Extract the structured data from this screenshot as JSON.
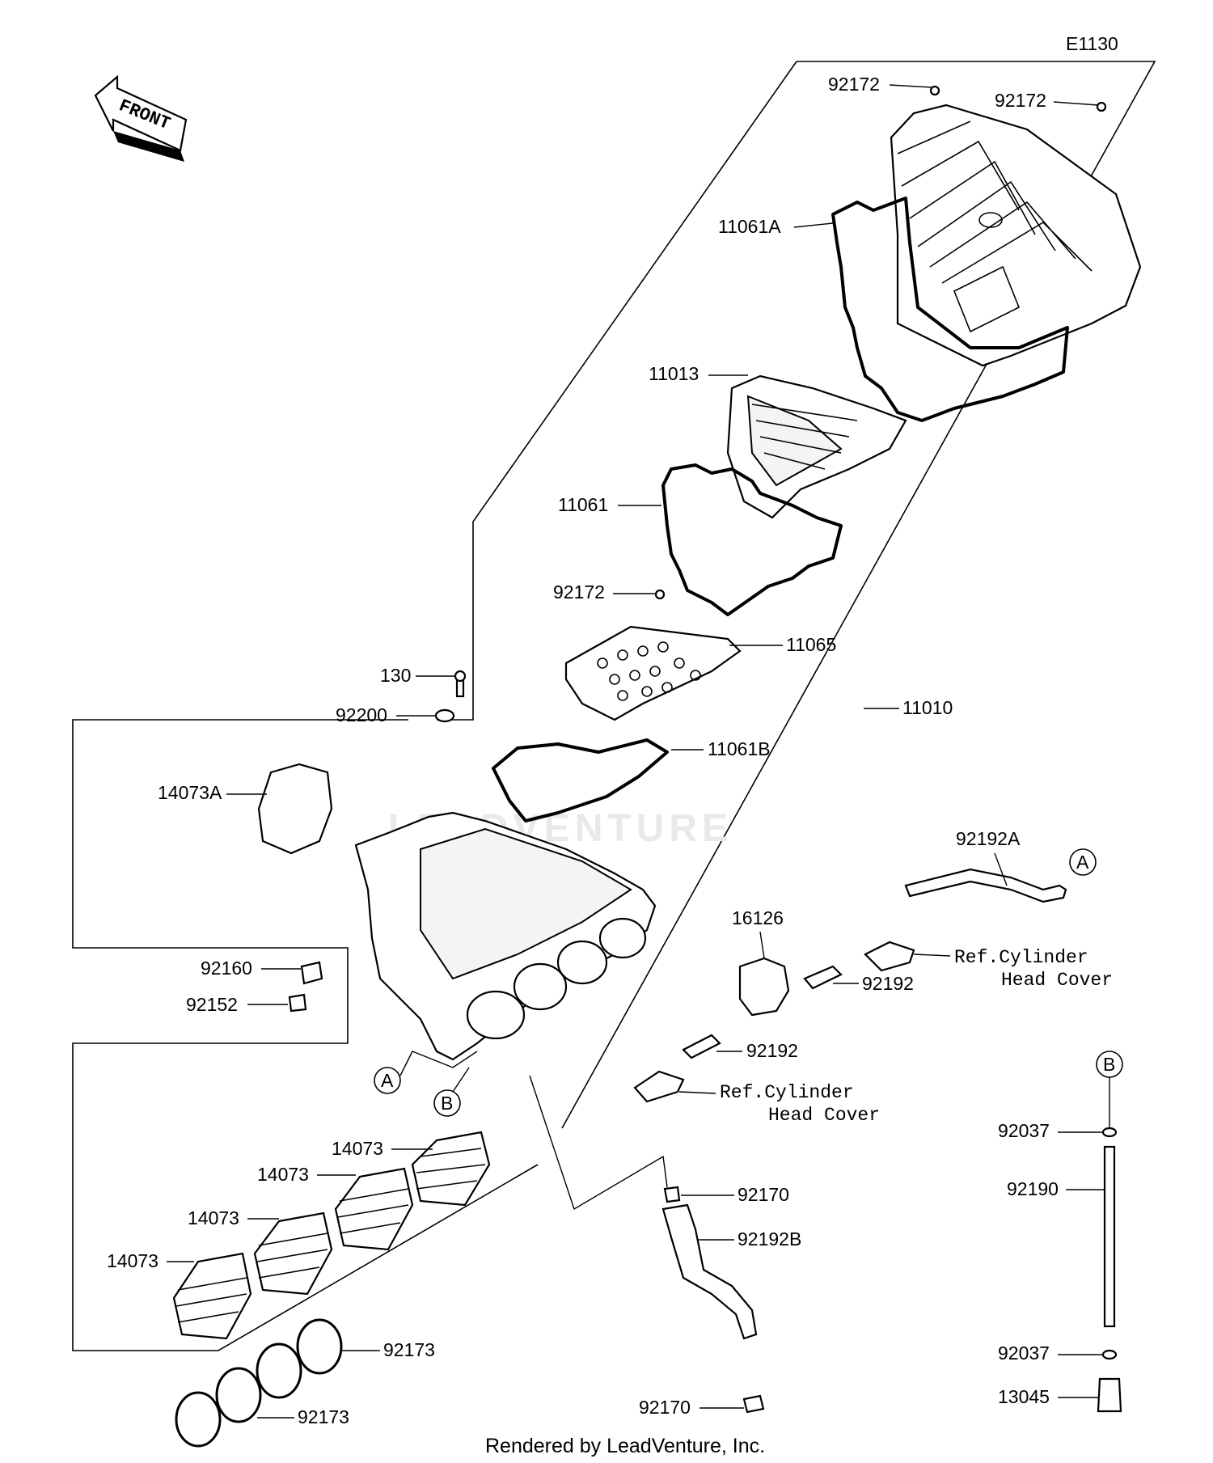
{
  "diagram_code": "E1130",
  "front_label": "FRONT",
  "watermark": "LEADVENTURE",
  "footer": "Rendered by LeadVenture, Inc.",
  "ref_cylinder_1": {
    "line1": "Ref.Cylinder",
    "line2": "Head Cover"
  },
  "ref_cylinder_2": {
    "line1": "Ref.Cylinder",
    "line2": "Head Cover"
  },
  "markers": {
    "a1": "A",
    "a2": "A",
    "b1": "B",
    "b2": "B"
  },
  "parts": [
    {
      "id": "p0",
      "number": "92172"
    },
    {
      "id": "p1",
      "number": "92172"
    },
    {
      "id": "p2",
      "number": "11061A"
    },
    {
      "id": "p3",
      "number": "11013"
    },
    {
      "id": "p4",
      "number": "11061"
    },
    {
      "id": "p5",
      "number": "92172"
    },
    {
      "id": "p6",
      "number": "11065"
    },
    {
      "id": "p7",
      "number": "130"
    },
    {
      "id": "p8",
      "number": "92200"
    },
    {
      "id": "p9",
      "number": "11010"
    },
    {
      "id": "p10",
      "number": "11061B"
    },
    {
      "id": "p11",
      "number": "14073A"
    },
    {
      "id": "p12",
      "number": "92192A"
    },
    {
      "id": "p13",
      "number": "16126"
    },
    {
      "id": "p14",
      "number": "92160"
    },
    {
      "id": "p15",
      "number": "92192"
    },
    {
      "id": "p16",
      "number": "92152"
    },
    {
      "id": "p17",
      "number": "92192"
    },
    {
      "id": "p18",
      "number": "14073"
    },
    {
      "id": "p19",
      "number": "14073"
    },
    {
      "id": "p20",
      "number": "14073"
    },
    {
      "id": "p21",
      "number": "14073"
    },
    {
      "id": "p22",
      "number": "92037"
    },
    {
      "id": "p23",
      "number": "92190"
    },
    {
      "id": "p24",
      "number": "92170"
    },
    {
      "id": "p25",
      "number": "92192B"
    },
    {
      "id": "p26",
      "number": "92173"
    },
    {
      "id": "p27",
      "number": "92037"
    },
    {
      "id": "p28",
      "number": "13045"
    },
    {
      "id": "p29",
      "number": "92170"
    },
    {
      "id": "p30",
      "number": "92173"
    }
  ]
}
